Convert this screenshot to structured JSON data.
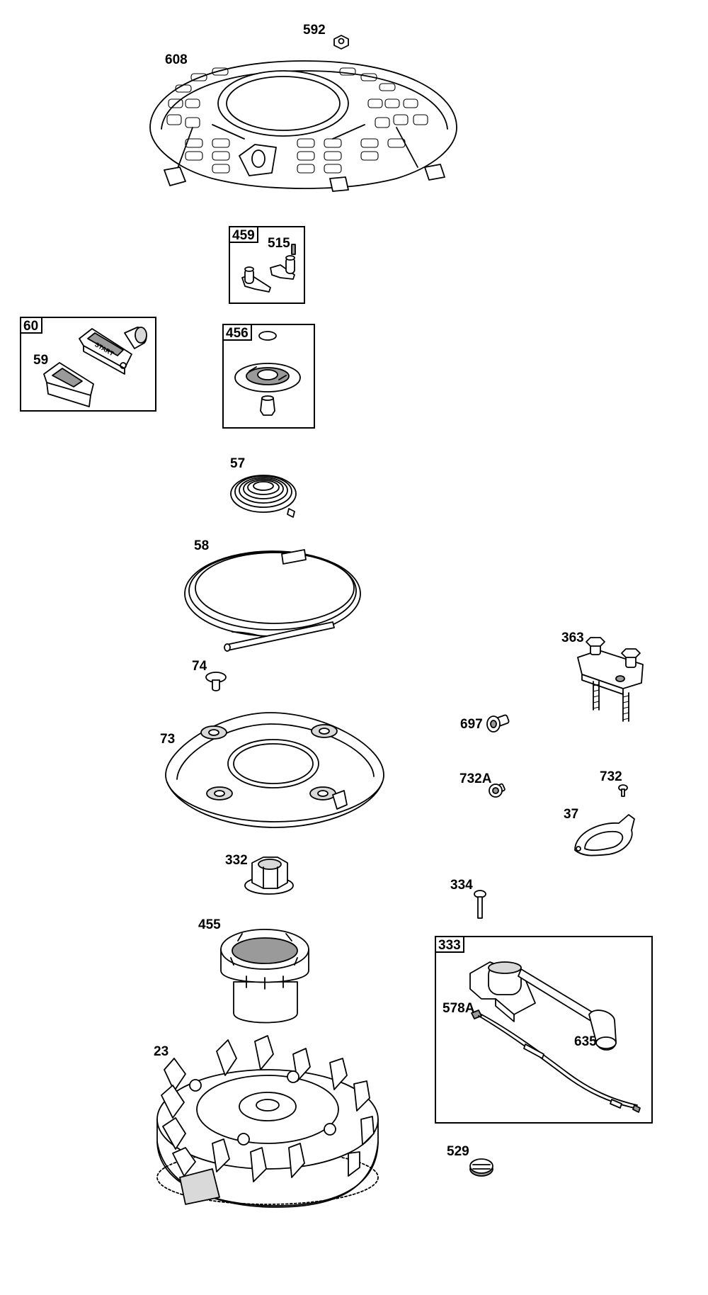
{
  "labels": {
    "p592": "592",
    "p608": "608",
    "p515": "515",
    "p59": "59",
    "p57": "57",
    "p58": "58",
    "p74": "74",
    "p73": "73",
    "p332": "332",
    "p455": "455",
    "p23": "23",
    "p363": "363",
    "p697": "697",
    "p732A": "732A",
    "p732": "732",
    "p37": "37",
    "p334": "334",
    "p578A": "578A",
    "p635": "635",
    "p529": "529"
  },
  "kits": {
    "k459": "459",
    "k60": "60",
    "k456": "456",
    "k333": "333"
  },
  "handle_text": "START"
}
